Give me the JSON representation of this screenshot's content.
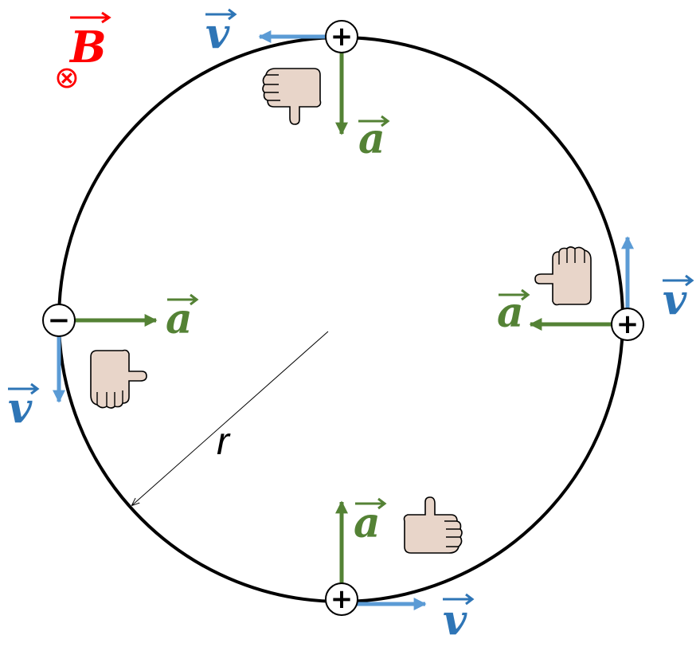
{
  "colors": {
    "field": "#ff0000",
    "velocity": "#5b9bd5",
    "velocity_text": "#2e75b6",
    "acceleration": "#548235",
    "circle": "#000000",
    "hand_fill": "#e8d5c9"
  },
  "labels": {
    "field": "B",
    "field_symbol": "⊗",
    "velocity": "v",
    "acceleration": "a",
    "radius": "r"
  },
  "charges": [
    {
      "id": "top",
      "sign": "+"
    },
    {
      "id": "right",
      "sign": "+"
    },
    {
      "id": "bottom",
      "sign": "+"
    },
    {
      "id": "left",
      "sign": "−"
    }
  ],
  "hands": [
    {
      "id": "top",
      "gesture": "thumb-down"
    },
    {
      "id": "right",
      "gesture": "thumb-left"
    },
    {
      "id": "bottom",
      "gesture": "thumb-up"
    },
    {
      "id": "left",
      "gesture": "thumb-right"
    }
  ]
}
